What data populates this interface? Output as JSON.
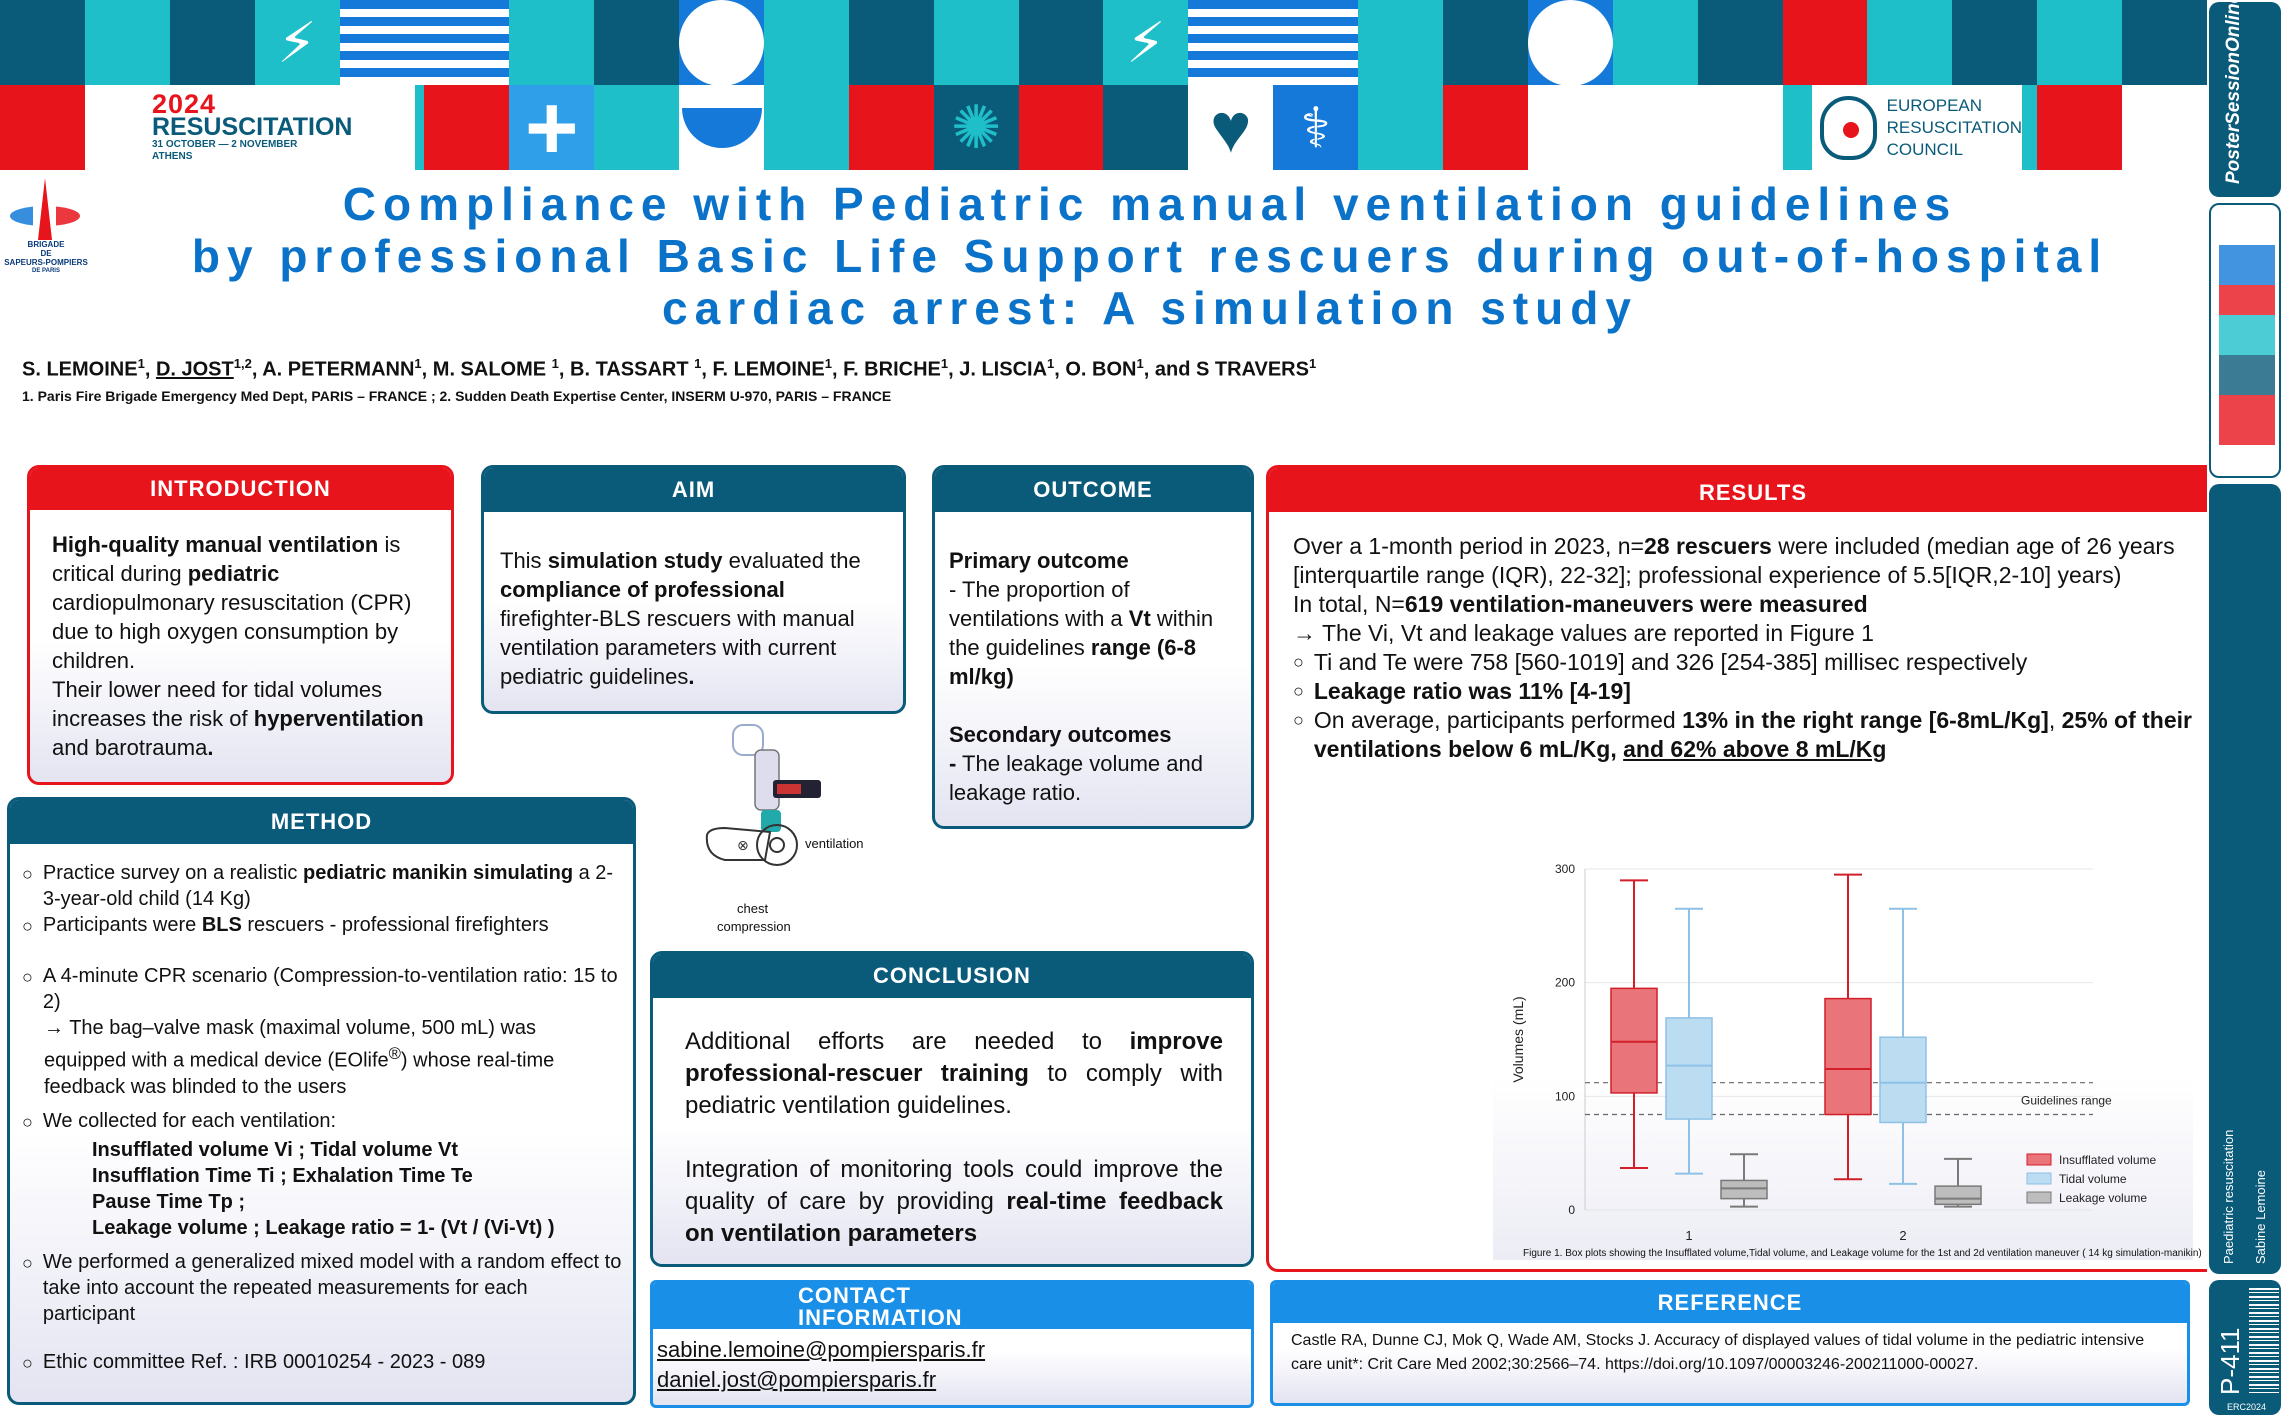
{
  "congress": {
    "year": "2024",
    "name": "RESUSCITATION",
    "dates": "31 OCTOBER — 2 NOVEMBER",
    "city": "ATHENS"
  },
  "erc": {
    "l1": "EUROPEAN",
    "l2": "RESUSCITATION",
    "l3": "COUNCIL"
  },
  "brigade": {
    "l1": "BRIGADE",
    "l2": "DE",
    "l3": "SAPEURS-POMPIERS",
    "l4": "DE PARIS"
  },
  "title": {
    "l1": "Compliance with Pediatric manual ventilation guidelines",
    "l2": "by professional Basic Life Support rescuers during out-of-hospital",
    "l3": "cardiac arrest: A simulation study"
  },
  "authors": {
    "a1": "S. LEMOINE",
    "a1s": "1",
    "a2": "D. JOST",
    "a2s": "1,2",
    "a3": "A. PETERMANN",
    "a3s": "1",
    "a4": "M. SALOME ",
    "a4s": "1",
    "a5": "B. TASSART ",
    "a5s": "1",
    "a6": "F. LEMOINE",
    "a6s": "1",
    "a7": "F. BRICHE",
    "a7s": "1",
    "a8": "J. LISCIA",
    "a8s": "1",
    "a9": "O. BON",
    "a9s": "1",
    "a10": "S TRAVERS",
    "a10s": "1",
    "affiliation": "1. Paris Fire Brigade Emergency Med Dept, PARIS – FRANCE ; 2. Sudden Death Expertise Center, INSERM U-970, PARIS – FRANCE"
  },
  "introduction": {
    "header": "INTRODUCTION",
    "p1_b1": "High-quality manual ventilation",
    "p1_t1": " is critical during ",
    "p1_b2": "pediatric",
    "p1_t2": " cardiopulmonary resuscitation (CPR) due to high oxygen consumption by children.",
    "p2_t1": "Their lower need for tidal volumes increases the risk of ",
    "p2_b1": "hyperventilation",
    "p2_t2": " and barotrauma",
    "p2_b2": "."
  },
  "aim": {
    "header": "AIM",
    "t1": "This ",
    "b1": "simulation study",
    "t2": " evaluated the ",
    "b2": "compliance of professional",
    "t3": " firefighter-BLS rescuers with manual ventilation parameters with current pediatric guidelines",
    "b3": "."
  },
  "outcome": {
    "header": "OUTCOME",
    "primary_label": "Primary outcome",
    "primary_t1": "- The proportion of ventilations with a ",
    "primary_b1": "Vt",
    "primary_t2": " within the guidelines ",
    "primary_b2": "range (6-8 ml/kg)",
    "secondary_label": "Secondary outcomes",
    "secondary_b": "-",
    "secondary_t": " The leakage volume and leakage ratio."
  },
  "illustration": {
    "ventilation": "ventilation",
    "chest1": "chest",
    "chest2": "compression"
  },
  "method": {
    "header": "METHOD",
    "i1_t1": "Practice survey on a realistic ",
    "i1_b1": "pediatric manikin simulating",
    "i1_t2": " a 2-3-year-old child (14 Kg)",
    "i2_t1": "Participants were ",
    "i2_b1": "BLS",
    "i2_t2": " rescuers - professional firefighters",
    "i3": " A 4-minute CPR scenario (Compression-to-ventilation ratio: 15 to 2)",
    "i3_sub": "→ The bag–valve mask (maximal volume, 500 mL) was equipped with a medical device (EOlife",
    "i3_sup": "®",
    "i3_sub2": ") whose real-time feedback was blinded to the users",
    "i4": "We collected for each ventilation:",
    "i4_l1": "Insufflated volume Vi  ; Tidal volume Vt",
    "i4_l2": "Insufflation Time Ti ; Exhalation Time Te",
    "i4_l3": "Pause Time Tp ;",
    "i4_l4": "Leakage volume  ; Leakage ratio  = 1- (Vt / (Vi-Vt) )",
    "i5": "We performed a generalized mixed model with a random effect to take into account the repeated measurements for each participant",
    "i6": "Ethic committee Ref. : IRB 00010254 - 2023 - 089"
  },
  "conclusion": {
    "header": "CONCLUSION",
    "p1_t1": "Additional efforts are needed to ",
    "p1_b1": "improve professional-rescuer training",
    "p1_t2": " to comply with pediatric ventilation guidelines.",
    "p2_t1": "Integration of monitoring tools could improve the quality of care by providing ",
    "p2_b1": "real-time feedback on ventilation parameters"
  },
  "contact": {
    "header1": "CONTACT",
    "header2": "INFORMATION",
    "email1": "sabine.lemoine@pompiersparis.fr",
    "email2": "daniel.jost@pompiersparis.fr"
  },
  "results": {
    "header": "RESULTS",
    "p1_t1": "Over a 1-month period in 2023, n=",
    "p1_b1": "28 rescuers",
    "p1_t2": " were included (median age of 26 years [interquartile range (IQR), 22-32]; professional experience of 5.5[IQR,2-10] years)",
    "p2_t1": "In total, N=",
    "p2_b1": "619 ventilation-maneuvers were measured",
    "p3": "→ The Vi, Vt and leakage values are reported in Figure 1",
    "b1": "Ti and Te were 758 [560-1019] and 326 [254-385] millisec respectively",
    "b2": "Leakage ratio was 11% [4-19]",
    "b3_t1": "On average, participants performed ",
    "b3_b1": "13% in the right range [6-8mL/Kg]",
    "b3_t2": ", ",
    "b3_b2": "25% of their ventilations below 6 mL/Kg,",
    "b3_t3": " ",
    "b3_b3": "and 62% above 8 mL/Kg"
  },
  "figure_caption": "Figure 1. Box plots showing the Insufflated volume,Tidal volume, and Leakage volume for the 1st and 2d ventilation maneuver ( 14 kg simulation-manikin)",
  "chart_data": {
    "type": "boxplot",
    "ylabel": "Volumes (mL)",
    "ylim": [
      0,
      300
    ],
    "yticks": [
      "0",
      "100",
      "200",
      "300"
    ],
    "categories": [
      "1",
      "2"
    ],
    "guidelines_label": "Guidelines range",
    "guidelines_range": [
      84,
      112
    ],
    "series": [
      {
        "name": "Insufflated volume",
        "color": "#e9747a",
        "stroke": "#d21f2a",
        "boxes": [
          {
            "min": 37,
            "q1": 103,
            "median": 148,
            "q3": 195,
            "max": 290
          },
          {
            "min": 27,
            "q1": 84,
            "median": 124,
            "q3": 186,
            "max": 295
          }
        ]
      },
      {
        "name": "Tidal volume",
        "color": "#bcdcf2",
        "stroke": "#8ec1e6",
        "boxes": [
          {
            "min": 32,
            "q1": 80,
            "median": 127,
            "q3": 169,
            "max": 265
          },
          {
            "min": 23,
            "q1": 77,
            "median": 112,
            "q3": 152,
            "max": 265
          }
        ]
      },
      {
        "name": "Leakage volume",
        "color": "#bdbdbd",
        "stroke": "#7a7a7a",
        "boxes": [
          {
            "min": 3,
            "q1": 10,
            "median": 19,
            "q3": 26,
            "max": 49
          },
          {
            "min": 3,
            "q1": 5,
            "median": 10,
            "q3": 21,
            "max": 45
          }
        ]
      }
    ]
  },
  "reference": {
    "header": "REFERENCE",
    "text": "Castle RA, Dunne CJ, Mok Q, Wade AM, Stocks J. Accuracy of displayed values of tidal volume in the pediatric intensive care unit*: Crit Care Med 2002;30:2566–74. https://doi.org/10.1097/00003246-200211000-00027."
  },
  "sidebar": {
    "brand": "PosterSessionOnline",
    "topic": "Paediatric resuscitation",
    "author": "Sabine Lemoine",
    "poster_id": "P-411",
    "congress_code": "ERC2024"
  }
}
